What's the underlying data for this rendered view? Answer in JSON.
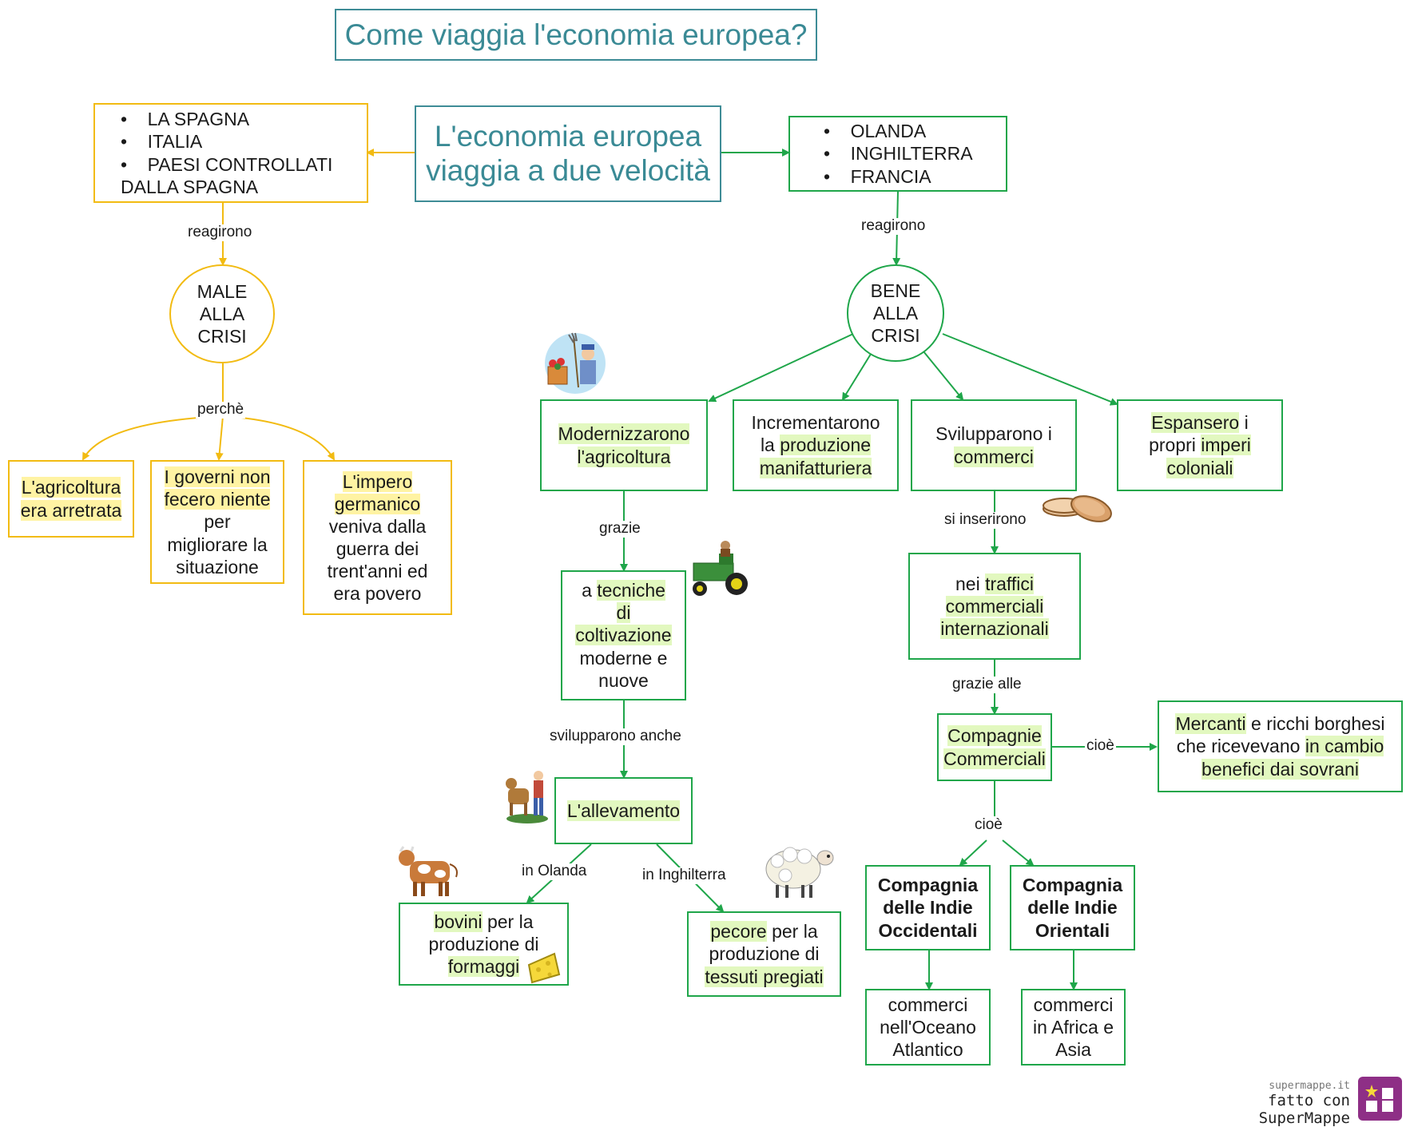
{
  "title": "Come viaggia l'economia europea?",
  "central": {
    "line1": "L'economia europea",
    "line2": "viaggia a due velocità"
  },
  "left_countries": [
    "LA SPAGNA",
    "ITALIA",
    "PAESI CONTROLLATI",
    "DALLA SPAGNA"
  ],
  "right_countries": [
    "OLANDA",
    "INGHILTERRA",
    "FRANCIA"
  ],
  "edge_labels": {
    "reagirono_left": "reagirono",
    "reagirono_right": "reagirono",
    "perche": "perchè",
    "grazie": "grazie",
    "svilupparono_anche": "svilupparono anche",
    "in_olanda": "in Olanda",
    "in_inghilterra": "in Inghilterra",
    "si_inserirono": "si inserirono",
    "grazie_alle": "grazie alle",
    "cioe_1": "cioè",
    "cioe_2": "cioè"
  },
  "male": {
    "l1": "MALE",
    "l2": "ALLA",
    "l3": "CRISI"
  },
  "bene": {
    "l1": "BENE",
    "l2": "ALLA",
    "l3": "CRISI"
  },
  "agricoltura": {
    "a": "L'agricoltura",
    "b": "era arretrata"
  },
  "governi": {
    "a": "I governi non",
    "b": "fecero niente",
    "c": "per",
    "d": "migliorare la",
    "e": "situazione"
  },
  "impero": {
    "a": "L'impero",
    "b": "germanico",
    "c": "veniva dalla",
    "d": "guerra dei",
    "e": "trent'anni ed",
    "f": "era povero"
  },
  "modernizzarono": {
    "a": "Modernizzarono",
    "b": "l'agricoltura"
  },
  "incrementarono": {
    "a": "Incrementarono",
    "b1": "la ",
    "b2": "produzione",
    "c": "manifatturiera"
  },
  "svilupparono": {
    "a": "Svilupparono i",
    "b": "commerci"
  },
  "espansero": {
    "a1": "Espansero",
    "a2": " i",
    "b1": "propri ",
    "b2": "imperi",
    "c": "coloniali"
  },
  "tecniche": {
    "a1": "a ",
    "a2": "tecniche",
    "b": "di",
    "c": "coltivazione",
    "d": "moderne e",
    "e": "nuove"
  },
  "allevamento": "L'allevamento",
  "bovini": {
    "a1": "bovini",
    "a2": " per la",
    "b": "produzione di",
    "c": "formaggi"
  },
  "pecore": {
    "a1": "pecore",
    "a2": " per la",
    "b": "produzione di",
    "c": "tessuti pregiati"
  },
  "traffici": {
    "a1": "nei ",
    "a2": "traffici",
    "b": "commerciali",
    "c": "internazionali"
  },
  "compagnie": {
    "a": "Compagnie",
    "b": "Commerciali"
  },
  "mercanti": {
    "a1": "Mercanti",
    "a2": " e ricchi borghesi",
    "b1": "che ricevevano ",
    "b2": "in cambio",
    "c": "benefici dai sovrani"
  },
  "occidentali": {
    "a": "Compagnia",
    "b": "delle Indie",
    "c": "Occidentali"
  },
  "orientali": {
    "a": "Compagnia",
    "b": "delle Indie",
    "c": "Orientali"
  },
  "atlantico": {
    "a": "commerci",
    "b": "nell'Oceano",
    "c": "Atlantico"
  },
  "africa": {
    "a": "commerci",
    "b": "in Africa e",
    "c": "Asia"
  },
  "footer": {
    "site": "supermappe.it",
    "made": "fatto con SuperMappe"
  },
  "colors": {
    "green": "#1fa64a",
    "yellow": "#f2bb12",
    "teal": "#3e8c96",
    "highlight_green": "#e2f8bf",
    "highlight_yellow": "#fff3a3",
    "logo": "#8e2f86"
  },
  "icons": [
    "farmer-icon",
    "tractor-icon",
    "coins-icon",
    "cow-farmer-icon",
    "cow-icon",
    "sheep-icon",
    "cheese-icon",
    "supermappe-logo-icon"
  ]
}
